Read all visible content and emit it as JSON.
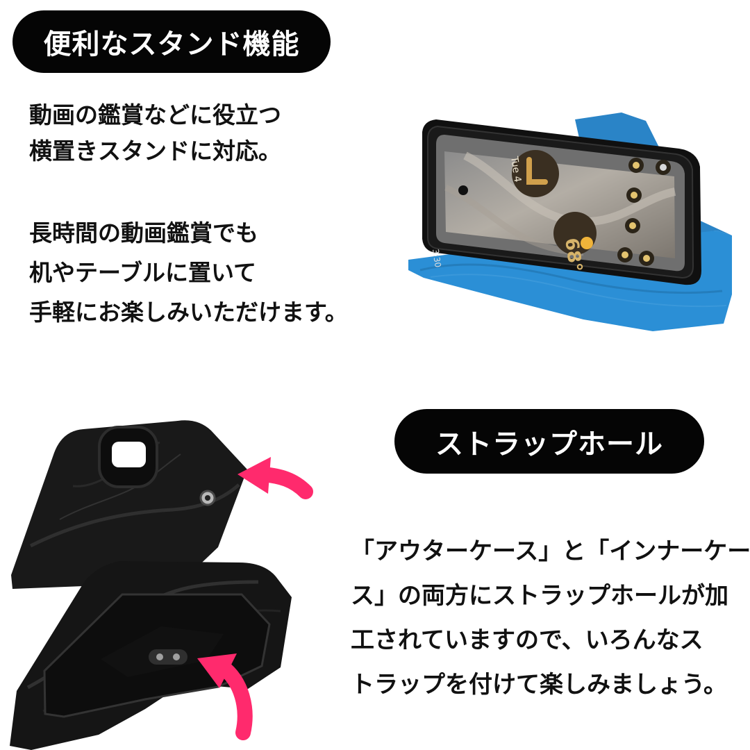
{
  "section1": {
    "title": "便利なスタンド機能",
    "desc_lines_1": [
      "動画の鑑賞などに役立つ",
      "横置きスタンドに対応。"
    ],
    "desc_lines_2": [
      "長時間の動画鑑賞でも",
      "机やテーブルに置いて",
      "手軽にお楽しみいただけます。"
    ]
  },
  "section2": {
    "title": "ストラップホール",
    "desc_lines": [
      "「アウターケース」と「インナーケー",
      "ス」の両方にストラップホールが加",
      "工されていますので、いろんなス",
      "トラップを付けて楽しみましょう。"
    ]
  },
  "phone_screen": {
    "date_label": "Tue 4",
    "temperature": "68°",
    "time_text": "3:30"
  },
  "colors": {
    "pill_bg": "#050505",
    "case_blue": "#2b8fd6",
    "case_black": "#1a1a1a",
    "arrow_pink": "#ff2a6d"
  },
  "icons": {
    "arrow_top": "curved-arrow-icon",
    "arrow_bottom": "curved-arrow-icon"
  }
}
